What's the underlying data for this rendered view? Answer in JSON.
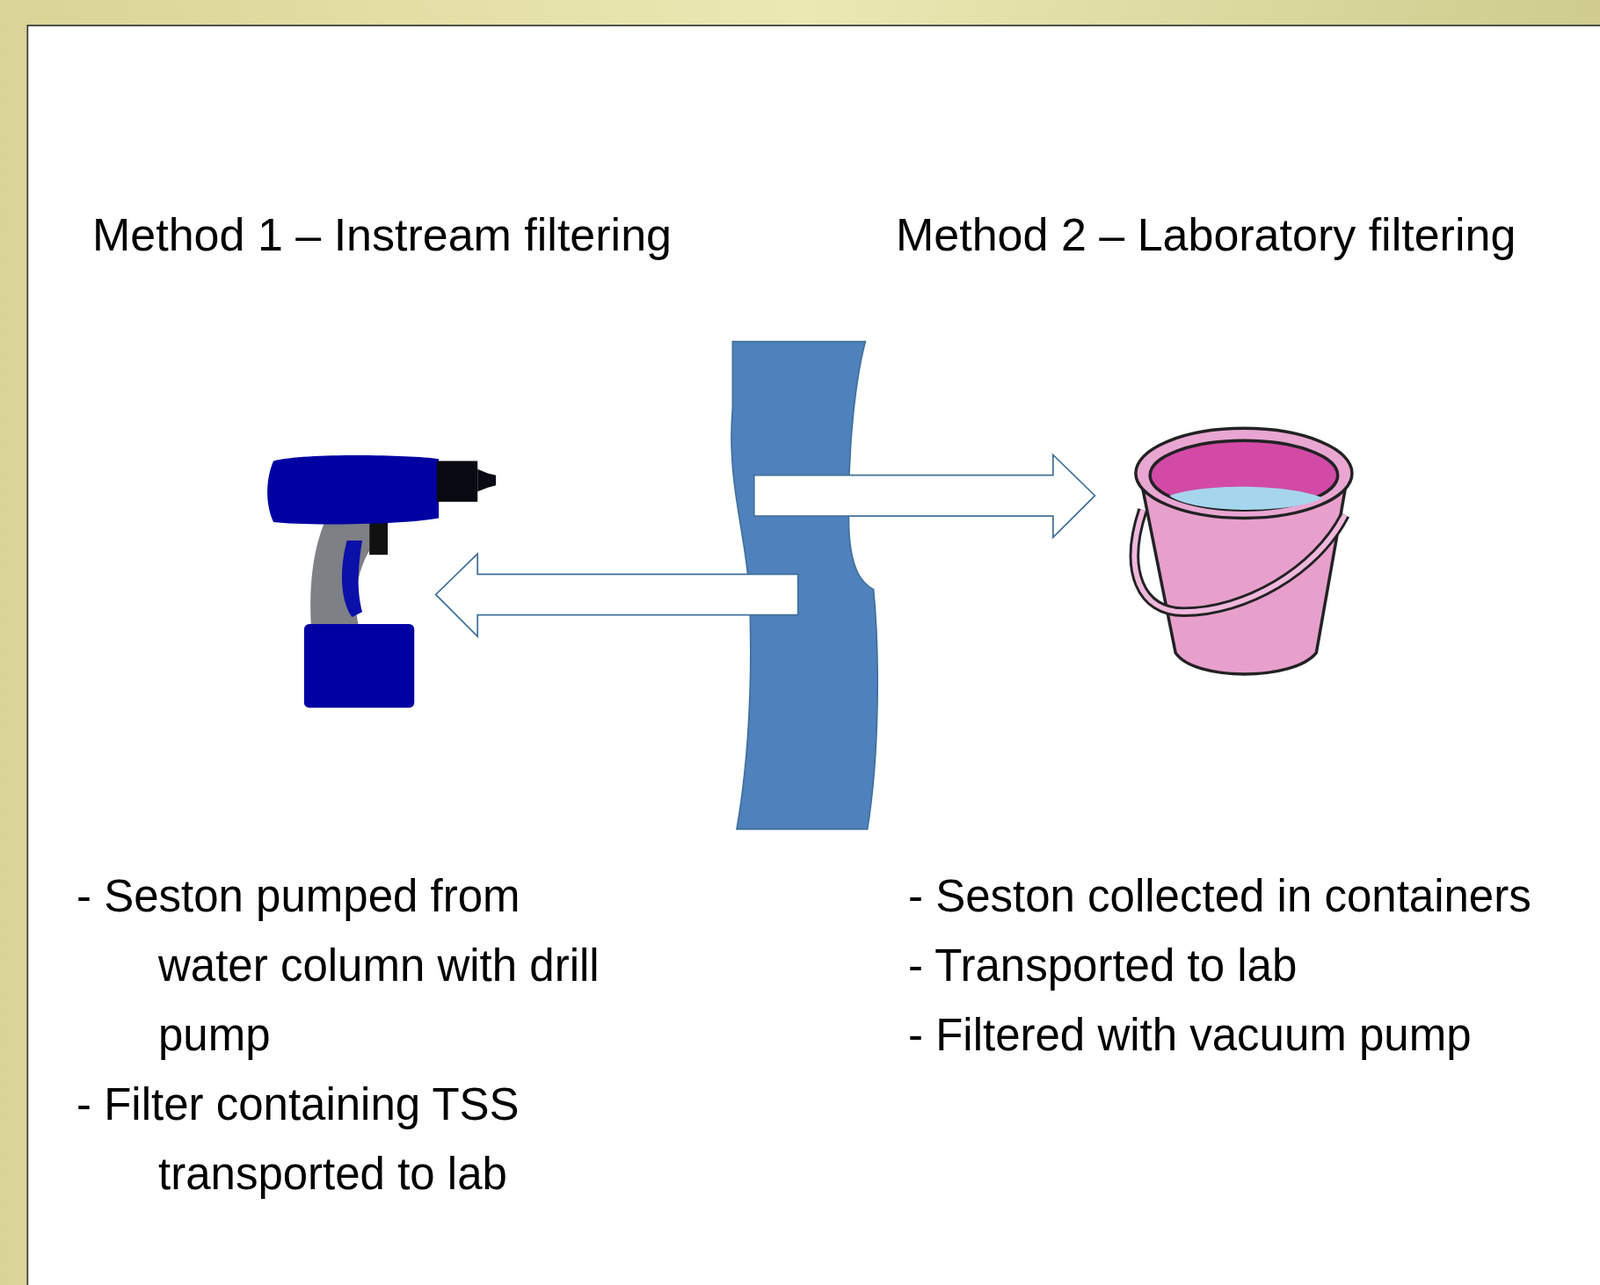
{
  "diagram": {
    "labels": [
      "Method 1 – Instream filtering",
      "Method 2 – Laboratory filtering",
      "- Seston pumped from water column with drill pump",
      "- Filter containing TSS transported to lab",
      "- Seston collected in containers",
      "- Transported to lab",
      "- Filtered with vacuum pump"
    ]
  }
}
